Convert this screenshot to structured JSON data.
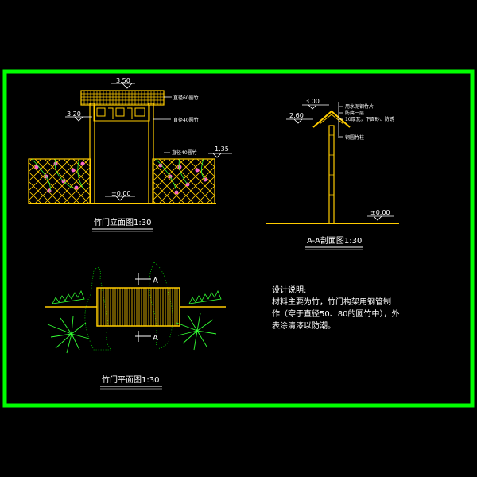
{
  "colors": {
    "background": "#000000",
    "frame": "#00ff00",
    "wood": "#ffcc00",
    "text_white": "#ffffff",
    "flower": "#ff66cc",
    "plant": "#33ff33",
    "ground_dots": "#00cc00"
  },
  "elevation": {
    "title": "竹门立面图1:30",
    "level_top": "3.50",
    "level_beam": "3.20",
    "level_ground": "±0.00",
    "level_fence": "1.35",
    "note_top": "直径60圆竹",
    "note_beam": "直径40圆竹",
    "note_fence": "直径40圆竹"
  },
  "section": {
    "title": "A-A剖面图1:30",
    "level_top": "3.00",
    "level_eave": "2.60",
    "level_ground": "±0.00",
    "notes": [
      "用水泥钢竹片",
      "防腐一层",
      "10厚瓦，下面砂、防锈",
      "钢圆竹柱"
    ]
  },
  "plan": {
    "title": "竹门平面图1:30",
    "cut_label_top": "A",
    "cut_label_bottom": "A"
  },
  "design_notes": {
    "heading": "设计说明:",
    "lines": [
      "材料主要为竹，竹门构架用钢管制",
      "作（穿于直径50、80的圆竹中），外",
      "表涂清漆以防潮。"
    ]
  }
}
